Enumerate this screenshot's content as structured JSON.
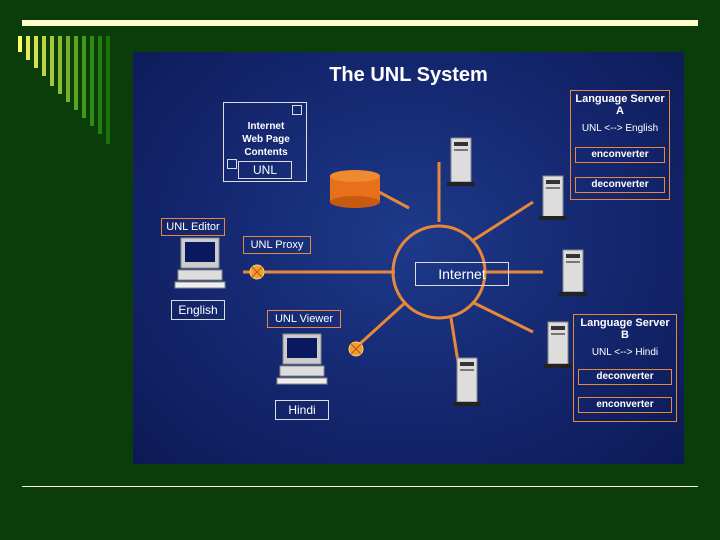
{
  "title": "The UNL System",
  "contents_box": {
    "line1": "Internet",
    "line2": "Web Page",
    "line3": "Contents",
    "unl": "UNL"
  },
  "unl_editor": "UNL Editor",
  "unl_proxy": "UNL Proxy",
  "unl_viewer": "UNL Viewer",
  "internet": "Internet",
  "english_label": "English",
  "hindi_label": "Hindi",
  "server_a": {
    "title_line1": "Language Server",
    "title_line2": "A",
    "lang": "UNL <--> English",
    "btn1": "enconverter",
    "btn2": "deconverter"
  },
  "server_b": {
    "title_line1": "Language Server",
    "title_line2": "B",
    "lang": "UNL <--> Hindi",
    "btn1": "deconverter",
    "btn2": "enconverter"
  },
  "colors": {
    "background": "#0b3d0b",
    "slide": "#14266e",
    "accent": "#e8883a",
    "database": "#e8701a"
  }
}
